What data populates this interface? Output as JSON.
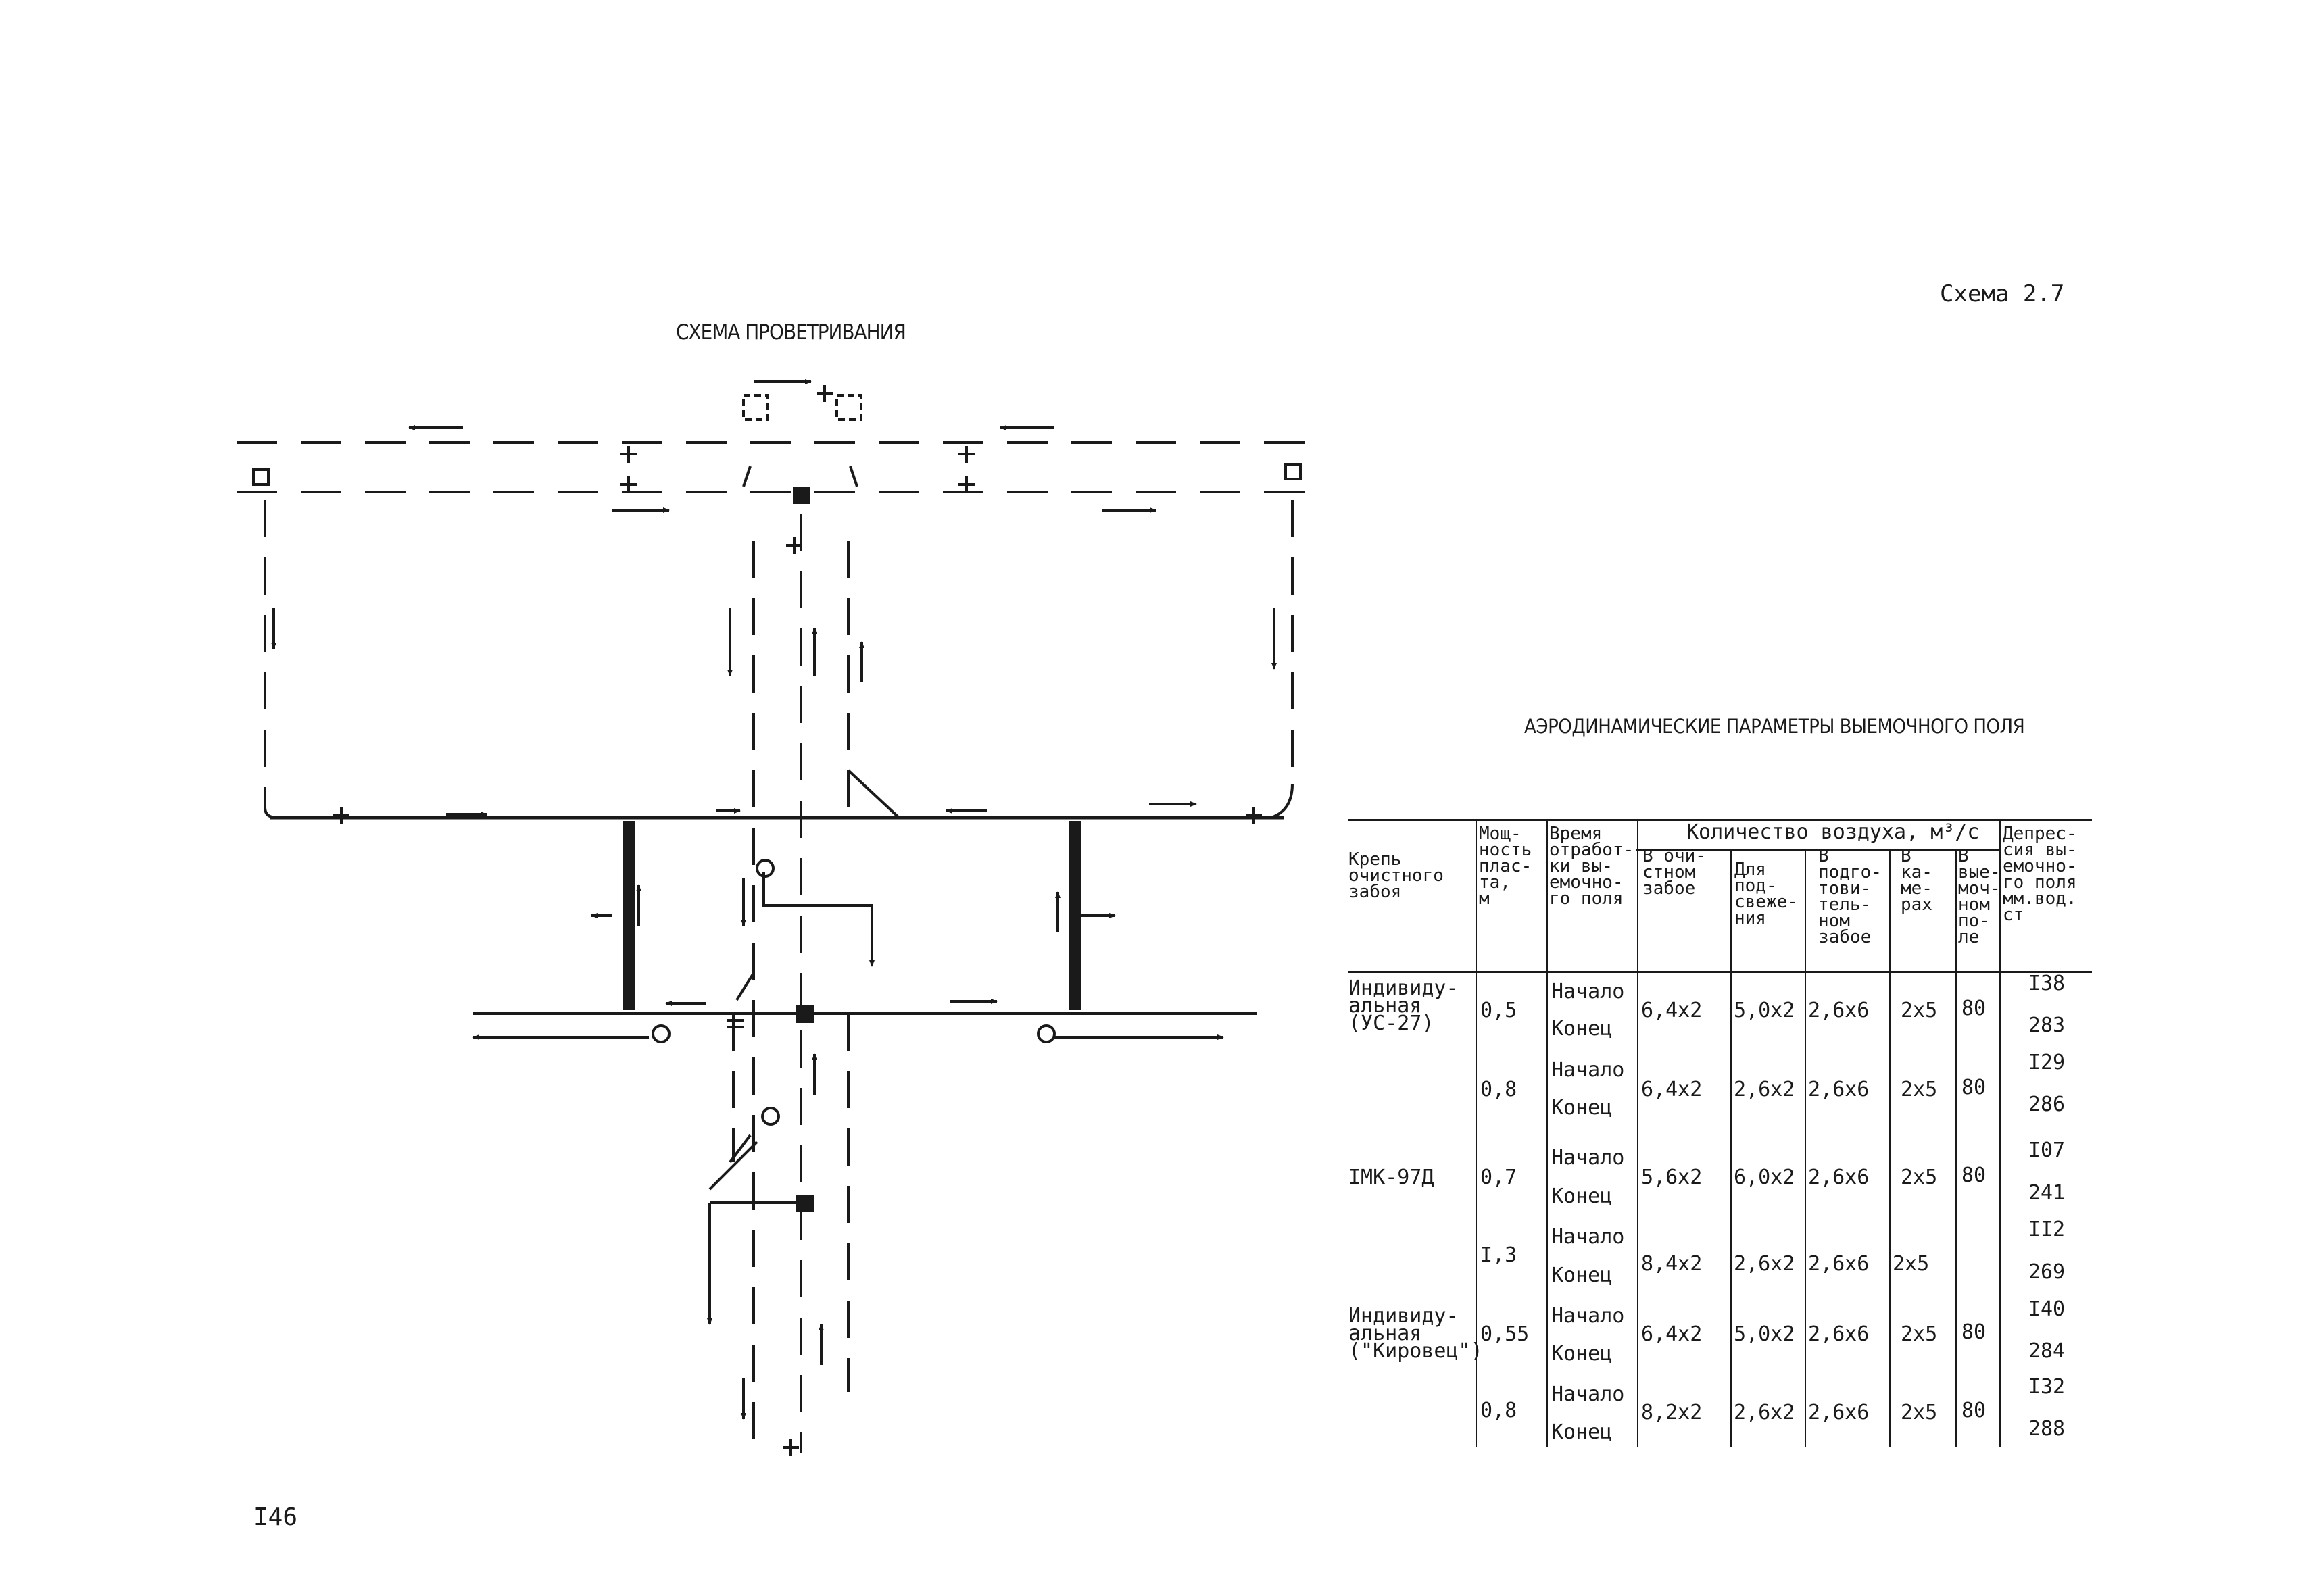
{
  "header": {
    "scheme_label": "Схема 2.7",
    "diagram_title": "СХЕМА ПРОВЕТРИВАНИЯ",
    "table_title": "АЭРОДИНАМИЧЕСКИЕ ПАРАМЕТРЫ ВЫЕМОЧНОГО ПОЛЯ"
  },
  "page_number": "I46",
  "table": {
    "headers": {
      "support": "Крепь\nочистного\nзабоя",
      "thickness": "Мощ-\nность\nплас-\nта,\nм",
      "time": "Время\nотработ-\nки вы-\nемочно-\nго поля",
      "air_group": "Количество воздуха, м³/с",
      "air_face": "В очи-\nстном\nзабое",
      "air_refresh": "Для\nпод-\nсвеже-\nния",
      "air_prep": "В\nподго-\nтови-\nтель-\nном\nзабое",
      "air_chambers": "В\nка-\nме-\nрах",
      "air_field": "В\nвые-\nмоч-\nном\nпо-\nле",
      "depression": "Депрес-\nсия вы-\nемочно-\nго поля\nмм.вод.\nст"
    },
    "groups": [
      {
        "support": "Индивиду-\nальная\n(УС-27)",
        "thickness": "0,5",
        "face": "6,4x2",
        "refresh": "5,0x2",
        "prep": "2,6x6",
        "chambers": "2x5",
        "field": "80",
        "start": "Начало",
        "end": "Конец",
        "dep_start": "I38",
        "dep_end": "283"
      },
      {
        "support": "",
        "thickness": "0,8",
        "face": "6,4x2",
        "refresh": "2,6x2",
        "prep": "2,6x6",
        "chambers": "2x5",
        "field": "80",
        "start": "Начало",
        "end": "Конец",
        "dep_start": "I29",
        "dep_end": "286"
      },
      {
        "support": "IМК-97Д",
        "thickness": "0,7",
        "face": "5,6x2",
        "refresh": "6,0x2",
        "prep": "2,6x6",
        "chambers": "2x5",
        "field": "80",
        "start": "Начало",
        "end": "Конец",
        "dep_start": "I07",
        "dep_end": "241"
      },
      {
        "support": "",
        "thickness": "I,3",
        "face": "8,4x2",
        "refresh": "2,6x2",
        "prep": "2,6x6",
        "chambers": "2x5",
        "field": "",
        "start": "Начало",
        "end": "Конец",
        "dep_start": "II2",
        "dep_end": "269"
      },
      {
        "support": "Индивиду-\nальная\n(\"Кировец\")",
        "thickness": "0,55",
        "face": "6,4x2",
        "refresh": "5,0x2",
        "prep": "2,6x6",
        "chambers": "2x5",
        "field": "80",
        "start": "Начало",
        "end": "Конец",
        "dep_start": "I40",
        "dep_end": "284"
      },
      {
        "support": "",
        "thickness": "0,8",
        "face": "8,2x2",
        "refresh": "2,6x2",
        "prep": "2,6x6",
        "chambers": "2x5",
        "field": "80",
        "start": "Начало",
        "end": "Конец",
        "dep_start": "I32",
        "dep_end": "288"
      }
    ]
  },
  "colors": {
    "ink": "#1a1a1a",
    "paper": "#ffffff"
  }
}
